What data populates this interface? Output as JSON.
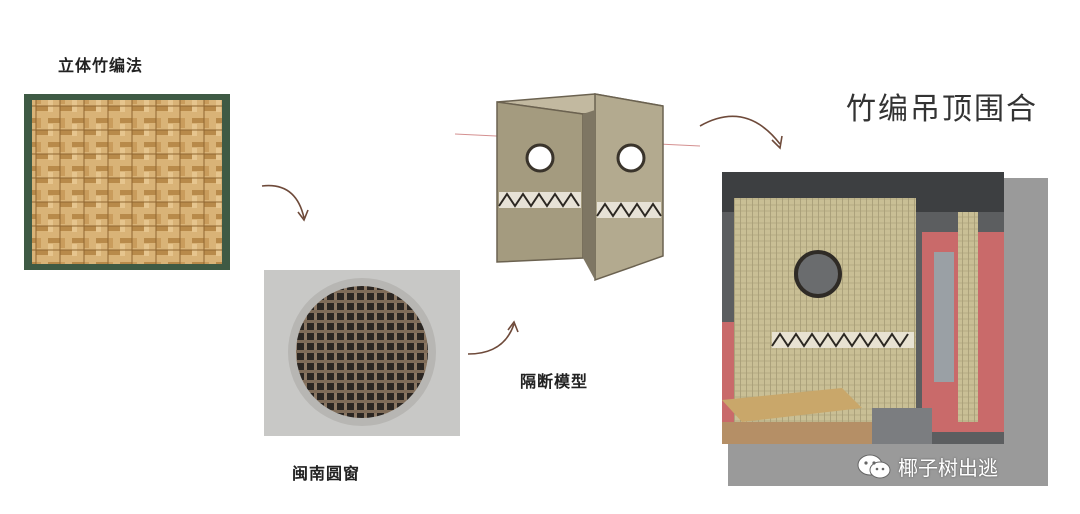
{
  "labels": {
    "weave": "立体竹编法",
    "window": "闽南圆窗",
    "model": "隔断模型",
    "title": "竹编吊顶围合"
  },
  "watermark": {
    "icon": "wechat-icon",
    "text": "椰子树出逃"
  },
  "colors": {
    "bamboo": "#c9a063",
    "panel": "#a49b7f",
    "frame": "#8a7f68",
    "arrow": "#6e4a3a",
    "red": "#c96a6a"
  }
}
